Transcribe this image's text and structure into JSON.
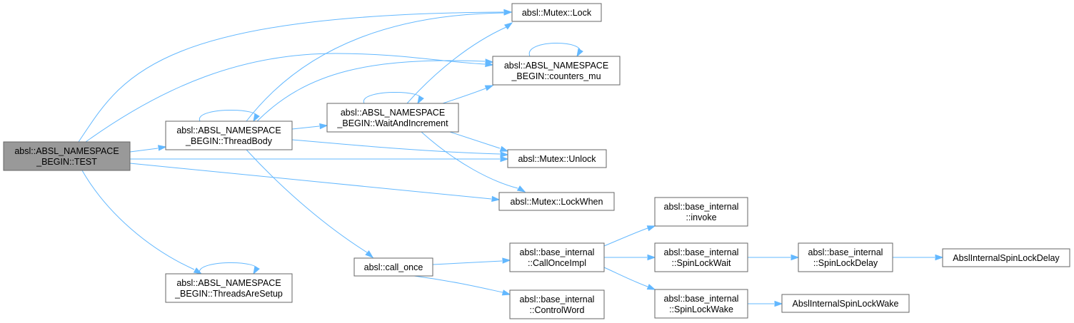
{
  "nodes": {
    "test": [
      "absl::ABSL_NAMESPACE",
      "_BEGIN::TEST"
    ],
    "thread_body": [
      "absl::ABSL_NAMESPACE",
      "_BEGIN::ThreadBody"
    ],
    "threads_are_setup": [
      "absl::ABSL_NAMESPACE",
      "_BEGIN::ThreadsAreSetup"
    ],
    "wait_and_increment": [
      "absl::ABSL_NAMESPACE",
      "_BEGIN::WaitAndIncrement"
    ],
    "mutex_lock": [
      "absl::Mutex::Lock"
    ],
    "counters_mu": [
      "absl::ABSL_NAMESPACE",
      "_BEGIN::counters_mu"
    ],
    "mutex_unlock": [
      "absl::Mutex::Unlock"
    ],
    "mutex_lockwhen": [
      "absl::Mutex::LockWhen"
    ],
    "call_once": [
      "absl::call_once"
    ],
    "call_once_impl": [
      "absl::base_internal",
      "::CallOnceImpl"
    ],
    "control_word": [
      "absl::base_internal",
      "::ControlWord"
    ],
    "invoke": [
      "absl::base_internal",
      "::invoke"
    ],
    "spin_lock_wait": [
      "absl::base_internal",
      "::SpinLockWait"
    ],
    "spin_lock_wake": [
      "absl::base_internal",
      "::SpinLockWake"
    ],
    "spin_lock_delay": [
      "absl::base_internal",
      "::SpinLockDelay"
    ],
    "absl_spin_lock_delay": [
      "AbslInternalSpinLockDelay"
    ],
    "absl_spin_lock_wake": [
      "AbslInternalSpinLockWake"
    ]
  },
  "edges": [
    [
      "test",
      "mutex_lock"
    ],
    [
      "test",
      "counters_mu"
    ],
    [
      "test",
      "thread_body"
    ],
    [
      "test",
      "mutex_unlock"
    ],
    [
      "test",
      "mutex_lockwhen"
    ],
    [
      "test",
      "threads_are_setup"
    ],
    [
      "thread_body",
      "thread_body"
    ],
    [
      "thread_body",
      "mutex_lock"
    ],
    [
      "thread_body",
      "counters_mu"
    ],
    [
      "thread_body",
      "wait_and_increment"
    ],
    [
      "thread_body",
      "mutex_unlock"
    ],
    [
      "thread_body",
      "call_once"
    ],
    [
      "threads_are_setup",
      "threads_are_setup"
    ],
    [
      "wait_and_increment",
      "wait_and_increment"
    ],
    [
      "wait_and_increment",
      "mutex_lock"
    ],
    [
      "wait_and_increment",
      "counters_mu"
    ],
    [
      "wait_and_increment",
      "mutex_unlock"
    ],
    [
      "wait_and_increment",
      "mutex_lockwhen"
    ],
    [
      "counters_mu",
      "counters_mu"
    ],
    [
      "call_once",
      "call_once_impl"
    ],
    [
      "call_once",
      "control_word"
    ],
    [
      "call_once_impl",
      "invoke"
    ],
    [
      "call_once_impl",
      "spin_lock_wait"
    ],
    [
      "call_once_impl",
      "spin_lock_wake"
    ],
    [
      "spin_lock_wait",
      "spin_lock_delay"
    ],
    [
      "spin_lock_delay",
      "absl_spin_lock_delay"
    ],
    [
      "spin_lock_wake",
      "absl_spin_lock_wake"
    ]
  ],
  "colors": {
    "edge": "#63b8ff",
    "node_border": "#666666",
    "root_fill": "#999999",
    "node_fill": "#ffffff"
  }
}
